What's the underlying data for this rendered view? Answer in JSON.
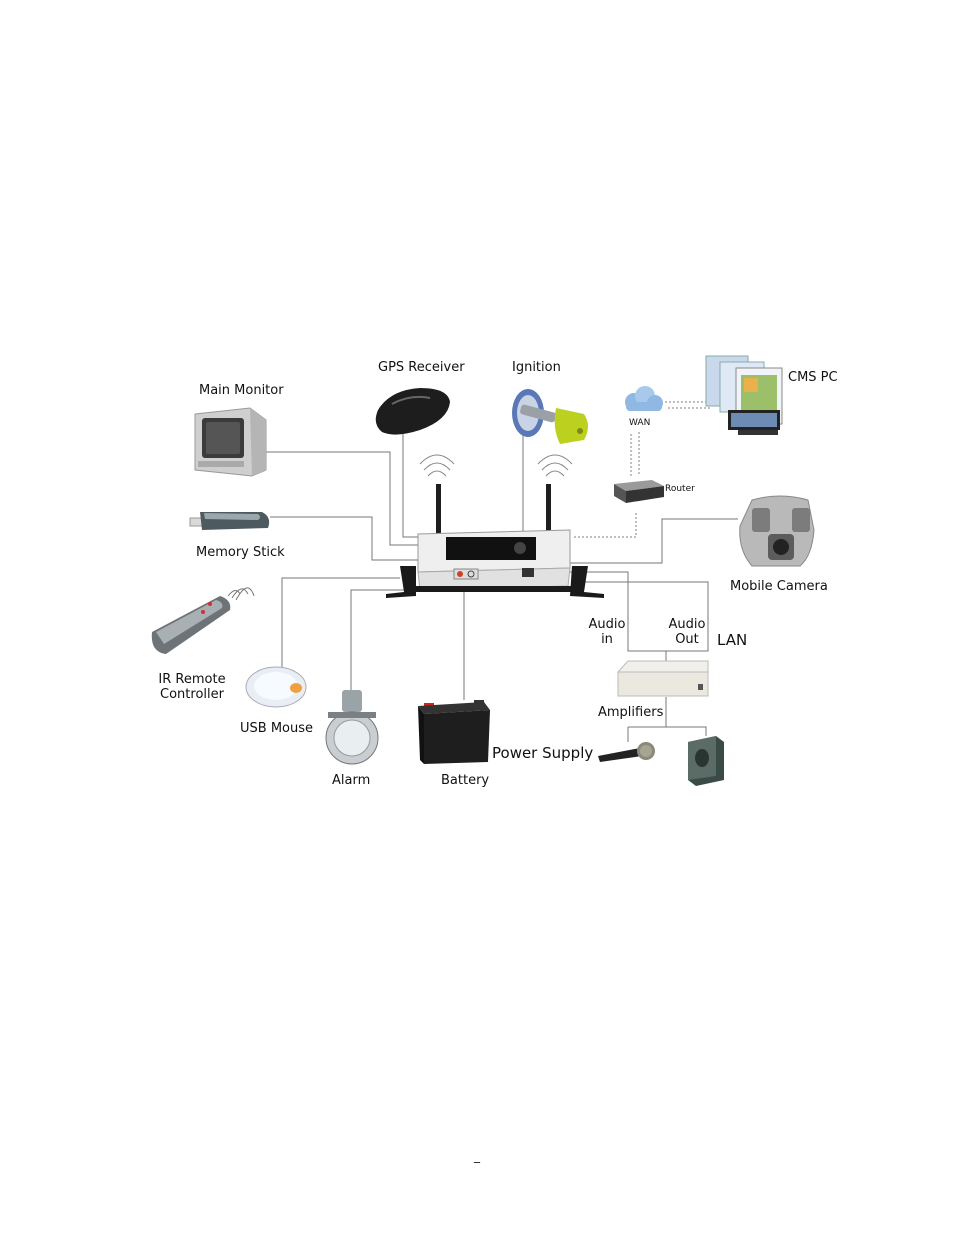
{
  "diagram": {
    "labels": {
      "main_monitor": "Main Monitor",
      "gps_receiver": "GPS Receiver",
      "ignition": "Ignition",
      "cms_pc": "CMS PC",
      "wan": "WAN",
      "router": "Router",
      "memory_stick": "Memory Stick",
      "mobile_camera": "Mobile Camera",
      "ir_remote_line1": "IR Remote",
      "ir_remote_line2": "Controller",
      "usb_mouse": "USB Mouse",
      "alarm": "Alarm",
      "battery": "Battery",
      "power_supply": "Power Supply",
      "audio_in_line1": "Audio",
      "audio_in_line2": "in",
      "audio_out_line1": "Audio",
      "audio_out_line2": "Out",
      "lan": "LAN",
      "amplifiers": "Amplifiers"
    },
    "icons": [
      "monitor-icon",
      "gps-receiver-icon",
      "ignition-key-icon",
      "cloud-icon",
      "cms-pc-icon",
      "router-icon",
      "memory-stick-icon",
      "mobile-camera-icon",
      "ir-remote-icon",
      "usb-mouse-icon",
      "alarm-icon",
      "battery-icon",
      "microphone-icon",
      "speaker-icon",
      "amplifier-icon",
      "dvr-icon"
    ]
  },
  "footer": {
    "page_mark": "_"
  }
}
